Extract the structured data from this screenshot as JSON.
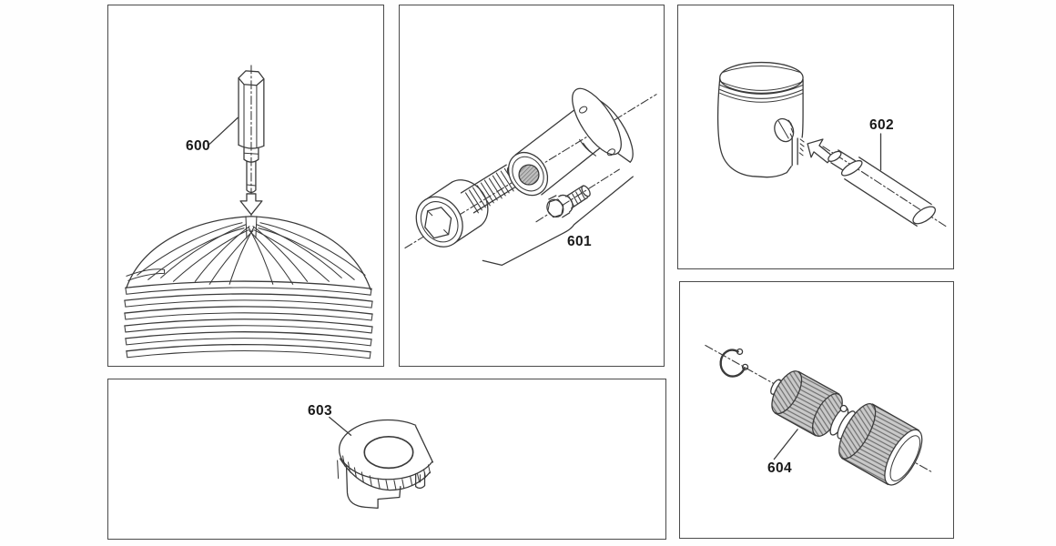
{
  "diagram": {
    "title": "engine service tools exploded parts diagram",
    "colors": {
      "background": "#ffffff",
      "panel_border": "#4a4a4a",
      "line_art": "#3a3a3a",
      "knurl_fill": "#c9c9c9",
      "label_text": "#191919"
    },
    "panels": [
      {
        "id": "cylinder-head-tool",
        "part_number": "600"
      },
      {
        "id": "assembly-tool-set",
        "part_number": "601"
      },
      {
        "id": "piston-pin-tool",
        "part_number": "602"
      },
      {
        "id": "plug-cap",
        "part_number": "603"
      },
      {
        "id": "needle-bearing-set",
        "part_number": "604"
      }
    ]
  }
}
